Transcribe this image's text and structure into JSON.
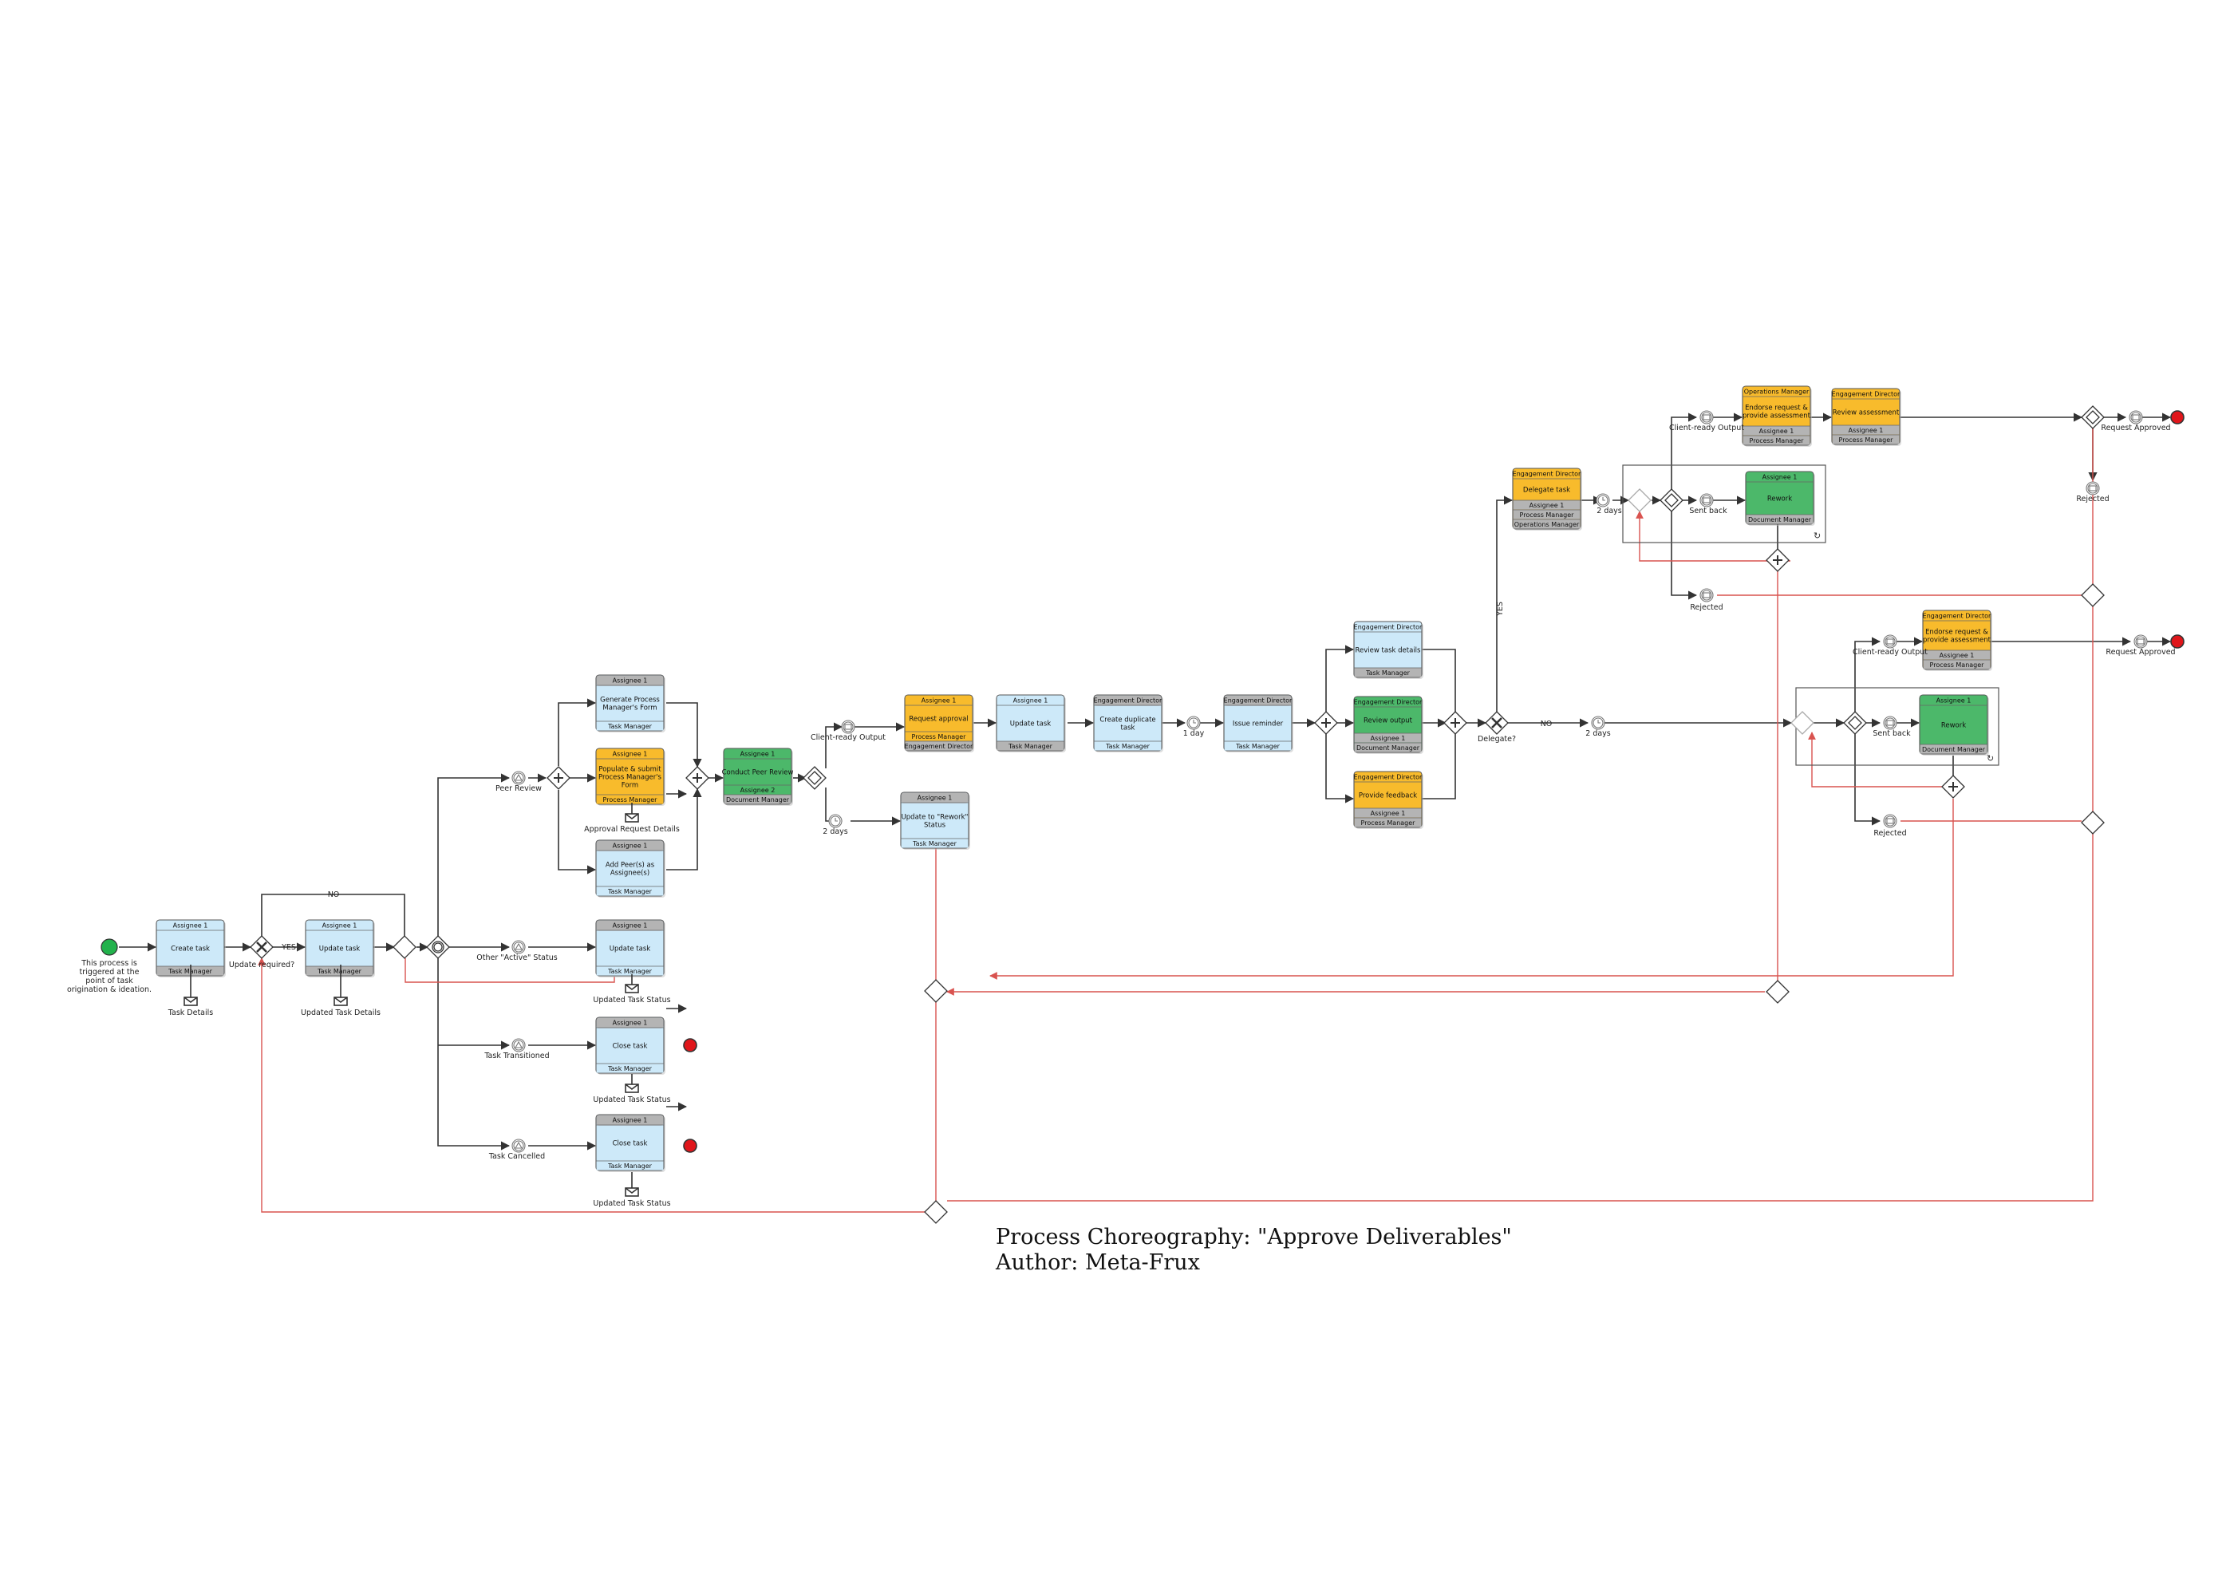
{
  "caption": {
    "title": "Process Choreography: \"Approve Deliverables\"",
    "author": "Author: Meta-Frux"
  },
  "colors": {
    "blue": "#cde9f9",
    "yellow": "#f8bb2c",
    "green": "#4cb86a",
    "gray": "#b4b4b4",
    "flow_line": "#333333",
    "rework_line": "#d9534f",
    "start": "#22b24c",
    "end": "#e0161b"
  },
  "labels": {
    "start_note_1": "This process is",
    "start_note_2": "triggered at the",
    "start_note_3": "point of task",
    "start_note_4": "origination & ideation.",
    "task_details": "Task Details",
    "updated_task_details": "Updated Task Details",
    "update_required": "Update required?",
    "yes": "YES",
    "no": "NO",
    "peer_review": "Peer Review",
    "other_active_status": "Other \"Active\" Status",
    "task_transitioned": "Task Transitioned",
    "task_cancelled": "Task Cancelled",
    "approval_request_details": "Approval Request Details",
    "updated_task_status": "Updated Task Status",
    "client_ready_output": "Client-ready Output",
    "two_days": "2 days",
    "one_day": "1 day",
    "delegate": "Delegate?",
    "sent_back": "Sent back",
    "rejected": "Rejected",
    "request_approved": "Request Approved"
  },
  "tasks": [
    {
      "id": "create-task",
      "top": "Assignee 1",
      "name": "Create task",
      "bottom": "Task Manager"
    },
    {
      "id": "update-task-1",
      "top": "Assignee 1",
      "name": "Update task",
      "bottom": "Task Manager"
    },
    {
      "id": "generate-form",
      "top": "Assignee 1",
      "name": "Generate Process Manager's Form",
      "bottom": "Task Manager"
    },
    {
      "id": "populate-form",
      "top": "Assignee 1",
      "name": "Populate & submit Process Manager's Form",
      "bottom": "Process Manager"
    },
    {
      "id": "add-peers",
      "top": "Assignee 1",
      "name": "Add Peer(s) as Assignee(s)",
      "bottom": "Task Manager"
    },
    {
      "id": "update-task-2",
      "top": "Assignee 1",
      "name": "Update task",
      "bottom": "Task Manager"
    },
    {
      "id": "close-task-1",
      "top": "Assignee 1",
      "name": "Close task",
      "bottom": "Task Manager"
    },
    {
      "id": "close-task-2",
      "top": "Assignee 1",
      "name": "Close task",
      "bottom": "Task Manager"
    },
    {
      "id": "peer-review",
      "top": "Assignee 1",
      "name": "Conduct Peer Review",
      "mid": "Assignee 2",
      "bottom": "Document Manager"
    },
    {
      "id": "request-approval",
      "top": "Assignee 1",
      "name": "Request approval",
      "mid": "Process Manager",
      "bottom": "Engagement Director"
    },
    {
      "id": "rework-status",
      "top": "Assignee 1",
      "name": "Update to \"Rework\" Status",
      "bottom": "Task Manager"
    },
    {
      "id": "update-task-3",
      "top": "Assignee 1",
      "name": "Update task",
      "bottom": "Task Manager"
    },
    {
      "id": "duplicate-task",
      "top": "Engagement Director",
      "name": "Create duplicate task",
      "bottom": "Task Manager"
    },
    {
      "id": "issue-reminder",
      "top": "Engagement Director",
      "name": "Issue reminder",
      "bottom": "Task Manager"
    },
    {
      "id": "review-details",
      "top": "Engagement Director",
      "name": "Review task details",
      "bottom": "Task Manager"
    },
    {
      "id": "review-output",
      "top": "Engagement Director",
      "name": "Review output",
      "mid": "Assignee 1",
      "bottom": "Document Manager"
    },
    {
      "id": "provide-feedback",
      "top": "Engagement Director",
      "name": "Provide feedback",
      "mid": "Assignee 1",
      "bottom": "Process Manager"
    },
    {
      "id": "delegate-task",
      "top": "Engagement Director",
      "name": "Delegate task",
      "mid": "Assignee 1",
      "mid2": "Process Manager",
      "bottom": "Operations Manager"
    },
    {
      "id": "endorse-1",
      "top": "Operations Manager",
      "name": "Endorse request & provide assessment",
      "mid": "Assignee 1",
      "bottom": "Process Manager"
    },
    {
      "id": "review-assessment",
      "top": "Engagement Director",
      "name": "Review assessment",
      "mid": "Assignee 1",
      "bottom": "Process Manager"
    },
    {
      "id": "rework-1",
      "top": "Assignee 1",
      "name": "Rework",
      "bottom": "Document Manager"
    },
    {
      "id": "endorse-2",
      "top": "Engagement Director",
      "name": "Endorse request & provide assessment",
      "mid": "Assignee 1",
      "bottom": "Process Manager"
    },
    {
      "id": "rework-2",
      "top": "Assignee 1",
      "name": "Rework",
      "bottom": "Document Manager"
    }
  ]
}
